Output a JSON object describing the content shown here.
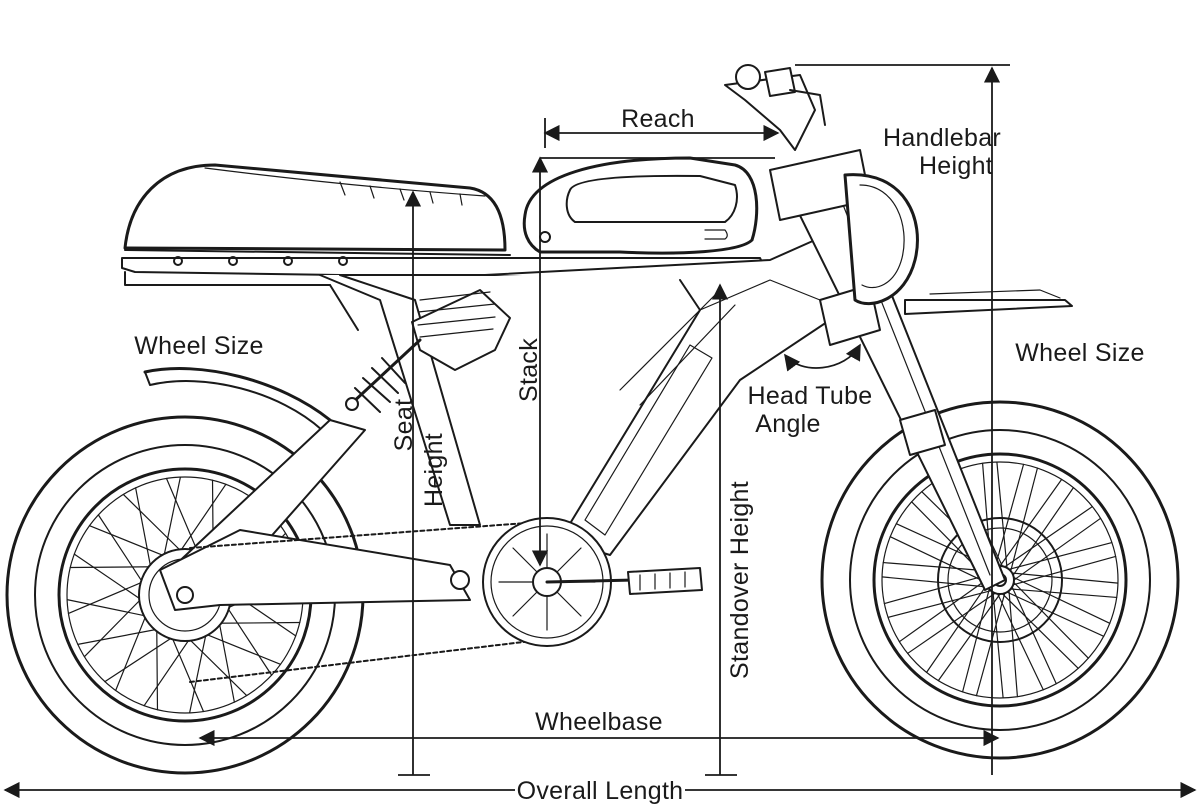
{
  "labels": {
    "reach": "Reach",
    "handlebar_height_line1": "Handlebar",
    "handlebar_height_line2": "Height",
    "wheel_size_rear": "Wheel Size",
    "wheel_size_front": "Wheel Size",
    "stack": "Stack",
    "seat_height_line1": "Seat",
    "seat_height_line2": "Height",
    "head_tube_angle_line1": "Head Tube",
    "head_tube_angle_line2": "Angle",
    "standover_height": "Standover Height",
    "wheelbase": "Wheelbase",
    "overall_length": "Overall Length"
  },
  "colors": {
    "ink": "#1a1a1a",
    "background": "#ffffff"
  }
}
